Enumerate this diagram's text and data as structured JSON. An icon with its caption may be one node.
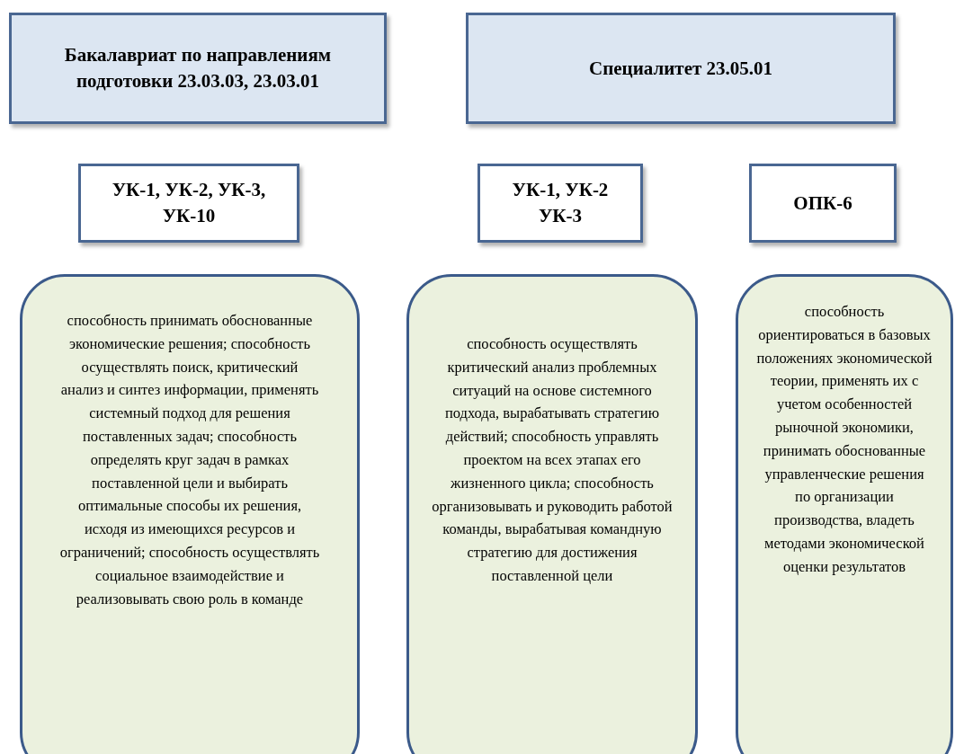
{
  "diagram": {
    "nodes": [
      {
        "text": [
          "Бакалавриат по направлениям подготовки 23.03.03, 23.03.01"
        ]
      },
      {
        "text": [
          "Специалитет 23.05.01"
        ]
      },
      {
        "text": [
          "УК-1, УК-2, УК-3, УК-10"
        ]
      },
      {
        "text": [
          "УК-1, УК-2 УК-3"
        ]
      },
      {
        "text": [
          "ОПК-6"
        ]
      },
      {
        "text": [
          "способность принимать обоснованные экономические решения; способность осуществлять поиск, критический анализ и синтез информации, применять системный подход для решения поставленных задач; способность определять круг задач в рамках поставленной цели и выбирать оптимальные способы их решения, исходя из имеющихся ресурсов и ограничений; способность осуществлять социальное взаимодействие и реализовывать свою роль в команде"
        ]
      },
      {
        "text": [
          "способность осуществлять критический анализ проблемных ситуаций на основе системного подхода, вырабатывать стратегию действий; способность управлять проектом на всех этапах его жизненного цикла; способность организовывать и руководить работой команды, вырабатывая командную стратегию для достижения поставленной цели"
        ]
      },
      {
        "text": [
          "способность ориентироваться в базовых положениях экономической теории, применять их с учетом особенностей рыночной экономики, принимать обоснованные управленческие решения по организации производства, владеть методами экономической оценки результатов"
        ]
      }
    ]
  }
}
